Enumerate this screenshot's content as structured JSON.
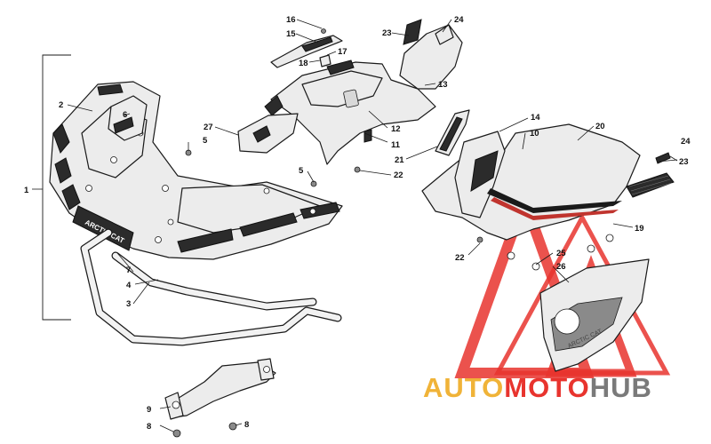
{
  "diagram": {
    "decal_text": "ARCTIC CAT",
    "callouts": [
      {
        "label": "1"
      },
      {
        "label": "2"
      },
      {
        "label": "3"
      },
      {
        "label": "4"
      },
      {
        "label": "5"
      },
      {
        "label": "5"
      },
      {
        "label": "6"
      },
      {
        "label": "7"
      },
      {
        "label": "8"
      },
      {
        "label": "8"
      },
      {
        "label": "9"
      },
      {
        "label": "10"
      },
      {
        "label": "11"
      },
      {
        "label": "12"
      },
      {
        "label": "13"
      },
      {
        "label": "14"
      },
      {
        "label": "15"
      },
      {
        "label": "16"
      },
      {
        "label": "17"
      },
      {
        "label": "18"
      },
      {
        "label": "19"
      },
      {
        "label": "20"
      },
      {
        "label": "21"
      },
      {
        "label": "22"
      },
      {
        "label": "22"
      },
      {
        "label": "23"
      },
      {
        "label": "23"
      },
      {
        "label": "24"
      },
      {
        "label": "24"
      },
      {
        "label": "25"
      },
      {
        "label": "26"
      },
      {
        "label": "27"
      }
    ]
  },
  "watermark": {
    "part1": "AUTO",
    "part2": "MOTO",
    "part3": "HUB",
    "colors": {
      "part1": "#f0b338",
      "part2": "#e8342e",
      "part3": "#7a7a7a",
      "triangle": "#e8342e"
    }
  }
}
